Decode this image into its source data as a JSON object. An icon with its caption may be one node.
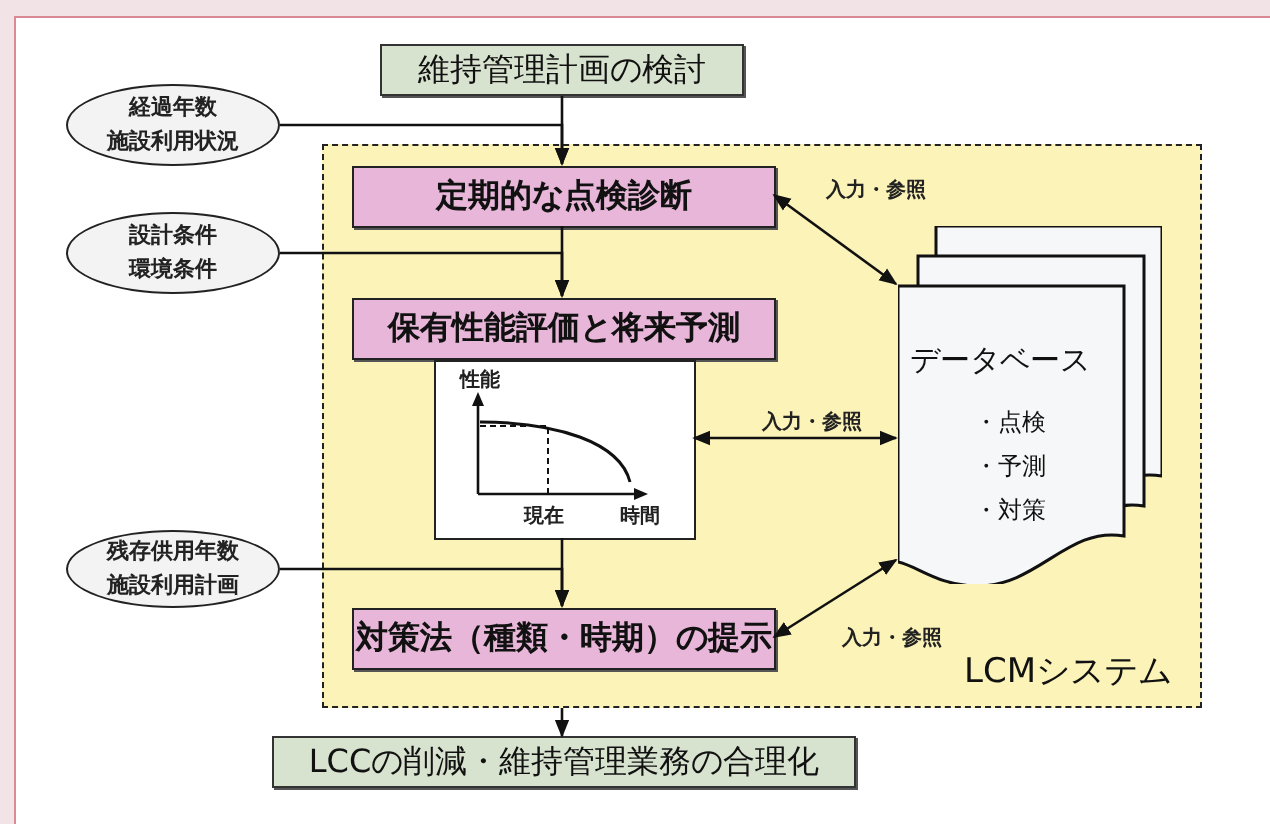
{
  "diagram": {
    "nodes": [
      {
        "text": [
          "維持管理計画の検討"
        ]
      },
      {
        "text": [
          "経過年数",
          "施設利用状況"
        ]
      },
      {
        "text": [
          "設計条件",
          "環境条件"
        ]
      },
      {
        "text": [
          "残存供用年数",
          "施設利用計画"
        ]
      },
      {
        "text": [
          "LCMシステム"
        ]
      },
      {
        "text": [
          "定期的な点検診断"
        ],
        "in": 4
      },
      {
        "text": [
          "保有性能評価と将来予測"
        ],
        "in": 4
      },
      {
        "text": [
          "性能",
          "現在",
          "時間"
        ],
        "in": 4
      },
      {
        "text": [
          "対策法（種類・時期）の提示"
        ],
        "in": 4
      },
      {
        "text": [
          "データベース",
          "・点検",
          "・予測",
          "・対策"
        ],
        "in": 4
      },
      {
        "text": [
          "LCCの削減・維持管理業務の合理化"
        ]
      }
    ],
    "edges": [
      {
        "from": 0,
        "to": 5,
        "arrow": "to"
      },
      {
        "from": 1,
        "to": 5,
        "arrow": "to"
      },
      {
        "from": 5,
        "to": 6,
        "arrow": "to"
      },
      {
        "from": 2,
        "to": 6,
        "arrow": "to"
      },
      {
        "from": 7,
        "to": 8,
        "arrow": "to"
      },
      {
        "from": 3,
        "to": 8,
        "arrow": "to"
      },
      {
        "from": 4,
        "to": 10,
        "arrow": "to"
      },
      {
        "from": 5,
        "to": 9,
        "arrow": "both",
        "label": "入力・参照"
      },
      {
        "from": 7,
        "to": 9,
        "arrow": "both",
        "label": "入力・参照"
      },
      {
        "from": 8,
        "to": 9,
        "arrow": "both",
        "label": "入力・参照"
      }
    ]
  }
}
